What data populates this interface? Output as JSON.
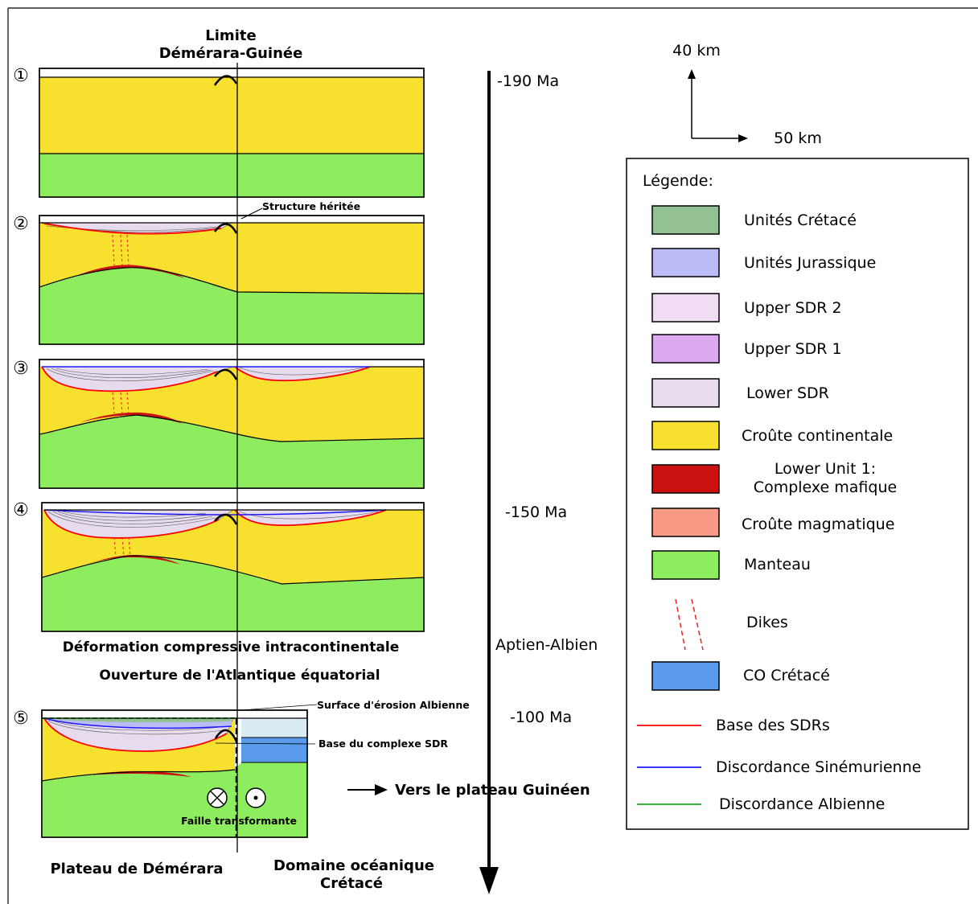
{
  "title_line1": "Limite",
  "title_line2": "Démérara-Guinée",
  "panels": [
    {
      "number": "①"
    },
    {
      "number": "②",
      "note": "Structure héritée"
    },
    {
      "number": "③"
    },
    {
      "number": "④"
    },
    {
      "number": "⑤",
      "note_top": "Surface d'érosion Albienne",
      "note_mid": "Base du complexe SDR",
      "fault_label": "Faille transformante"
    }
  ],
  "timeline": {
    "ages": [
      "-190 Ma",
      "-150 Ma",
      "Aptien-Albien",
      "-100 Ma"
    ]
  },
  "events": {
    "compression": "Déformation compressive intracontinentale",
    "opening": "Ouverture de l'Atlantique équatorial"
  },
  "direction": "Vers le plateau Guinéen",
  "bottom_labels": {
    "left": "Plateau de Démérara",
    "right_line1": "Domaine océanique",
    "right_line2": "Crétacé"
  },
  "scale": {
    "vertical": "40 km",
    "horizontal": "50 km"
  },
  "legend": {
    "title": "Légende:",
    "items": [
      {
        "label": "Unités Crétacé",
        "color": "#93c193"
      },
      {
        "label": "Unités Jurassique",
        "color": "#bbbbf8"
      },
      {
        "label": "Upper SDR 2",
        "color": "#f0dcf3"
      },
      {
        "label": "Upper SDR 1",
        "color": "#dca9f0"
      },
      {
        "label": "Lower SDR",
        "color": "#e6dcee"
      },
      {
        "label": "Croûte continentale",
        "color": "#f8e12e"
      },
      {
        "label": "Lower Unit 1:",
        "label2": "Complexe mafique",
        "color": "#cc1111"
      },
      {
        "label": "Croûte magmatique",
        "color": "#f89a86"
      },
      {
        "label": "Manteau",
        "color": "#8ded5e"
      },
      {
        "label": "Dikes",
        "color": "#ee2222"
      },
      {
        "label": "CO Crétacé",
        "color": "#5b9bec"
      }
    ],
    "lines": [
      {
        "label": "Base des SDRs",
        "color": "#ff0000"
      },
      {
        "label": "Discordance Sinémurienne",
        "color": "#1a1aff"
      },
      {
        "label": "Discordance Albienne",
        "color": "#22aa22"
      }
    ]
  }
}
